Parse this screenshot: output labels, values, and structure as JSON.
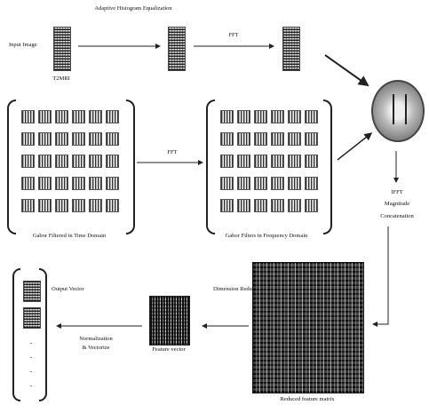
{
  "labels": {
    "top_process": "Adaptive Histogram Equalization",
    "input_image": "Input Image",
    "fft_top": "FFT",
    "input_name": "T2MRI",
    "fft_middle": "FFT",
    "left_group": "Gabor Filtered in Time Domain",
    "right_group": "Gabor Filters in Frequency Domain",
    "fft_right": "IFFT",
    "magnitude": "Magnitude",
    "concatenation": "Concatenation",
    "dimension_reduction": "Dimension Reduction",
    "dr_caption": "Reduced feature matrix",
    "small_caption": "Feature vector",
    "normalization": "Normalization",
    "vectorize": "& Vectorize",
    "output_vector": "Output Vector",
    "dots": [
      ".",
      ".",
      ".",
      "."
    ]
  }
}
